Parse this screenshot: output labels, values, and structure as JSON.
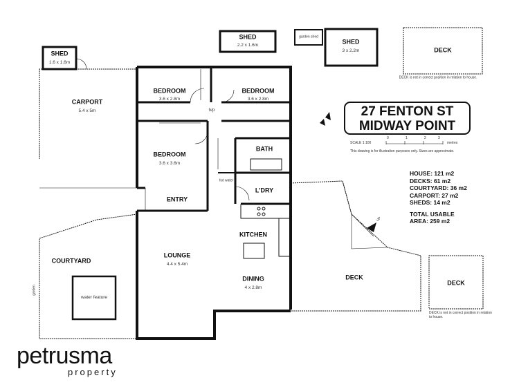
{
  "title": {
    "line1": "27 FENTON ST",
    "line2": "MIDWAY POINT"
  },
  "scale": {
    "label": "SCALE 1:100",
    "ticks": [
      "0",
      "1",
      "2",
      "3"
    ],
    "unit": "metres",
    "disclaimer": "This drawing is for illustration purposes only. Sizes are approximate."
  },
  "areas": {
    "house": "HOUSE: 121 m2",
    "decks": "DECKS: 61 m2",
    "courtyard": "COURTYARD: 36 m2",
    "carport": "CARPORT: 27 m2",
    "sheds": "SHEDS: 14 m2",
    "total1": "TOTAL USABLE",
    "total2": "AREA: 259 m2"
  },
  "rooms": {
    "shed1": {
      "name": "SHED",
      "dim": "1.6 x 1.6m"
    },
    "shed2": {
      "name": "SHED",
      "dim": "2.2 x 1.6m"
    },
    "shed3": {
      "name": "SHED",
      "dim": "3 x 2.2m"
    },
    "garden_shed": "garden shed",
    "carport": {
      "name": "CARPORT",
      "dim": "5.4 x 5m"
    },
    "bedroom1": {
      "name": "BEDROOM",
      "dim": "3.6 x 2.8m"
    },
    "bedroom2": {
      "name": "BEDROOM",
      "dim": "3.6 x 2.8m"
    },
    "bedroom3": {
      "name": "BEDROOM",
      "dim": "3.6 x 3.6m"
    },
    "hp": "h/p",
    "bath": "BATH",
    "laundry": "L'DRY",
    "hot_water": "hot water",
    "entry": "ENTRY",
    "kitchen": "KITCHEN",
    "lounge": {
      "name": "LOUNGE",
      "dim": "4.4 x 5.4m"
    },
    "dining": {
      "name": "DINING",
      "dim": "4 x 2.8m"
    },
    "courtyard": "COURTYARD",
    "water_feature": "water feature",
    "garden": "garden",
    "deck_main": "DECK",
    "deck_top": "DECK",
    "deck_top_note": "DECK is not in correct position in relation to house.",
    "deck_bottom": "DECK",
    "deck_bottom_note": "DECK is not in correct position in relation to house.",
    "up": "UP"
  },
  "logo": {
    "name": "petrusma",
    "sub": "property"
  }
}
